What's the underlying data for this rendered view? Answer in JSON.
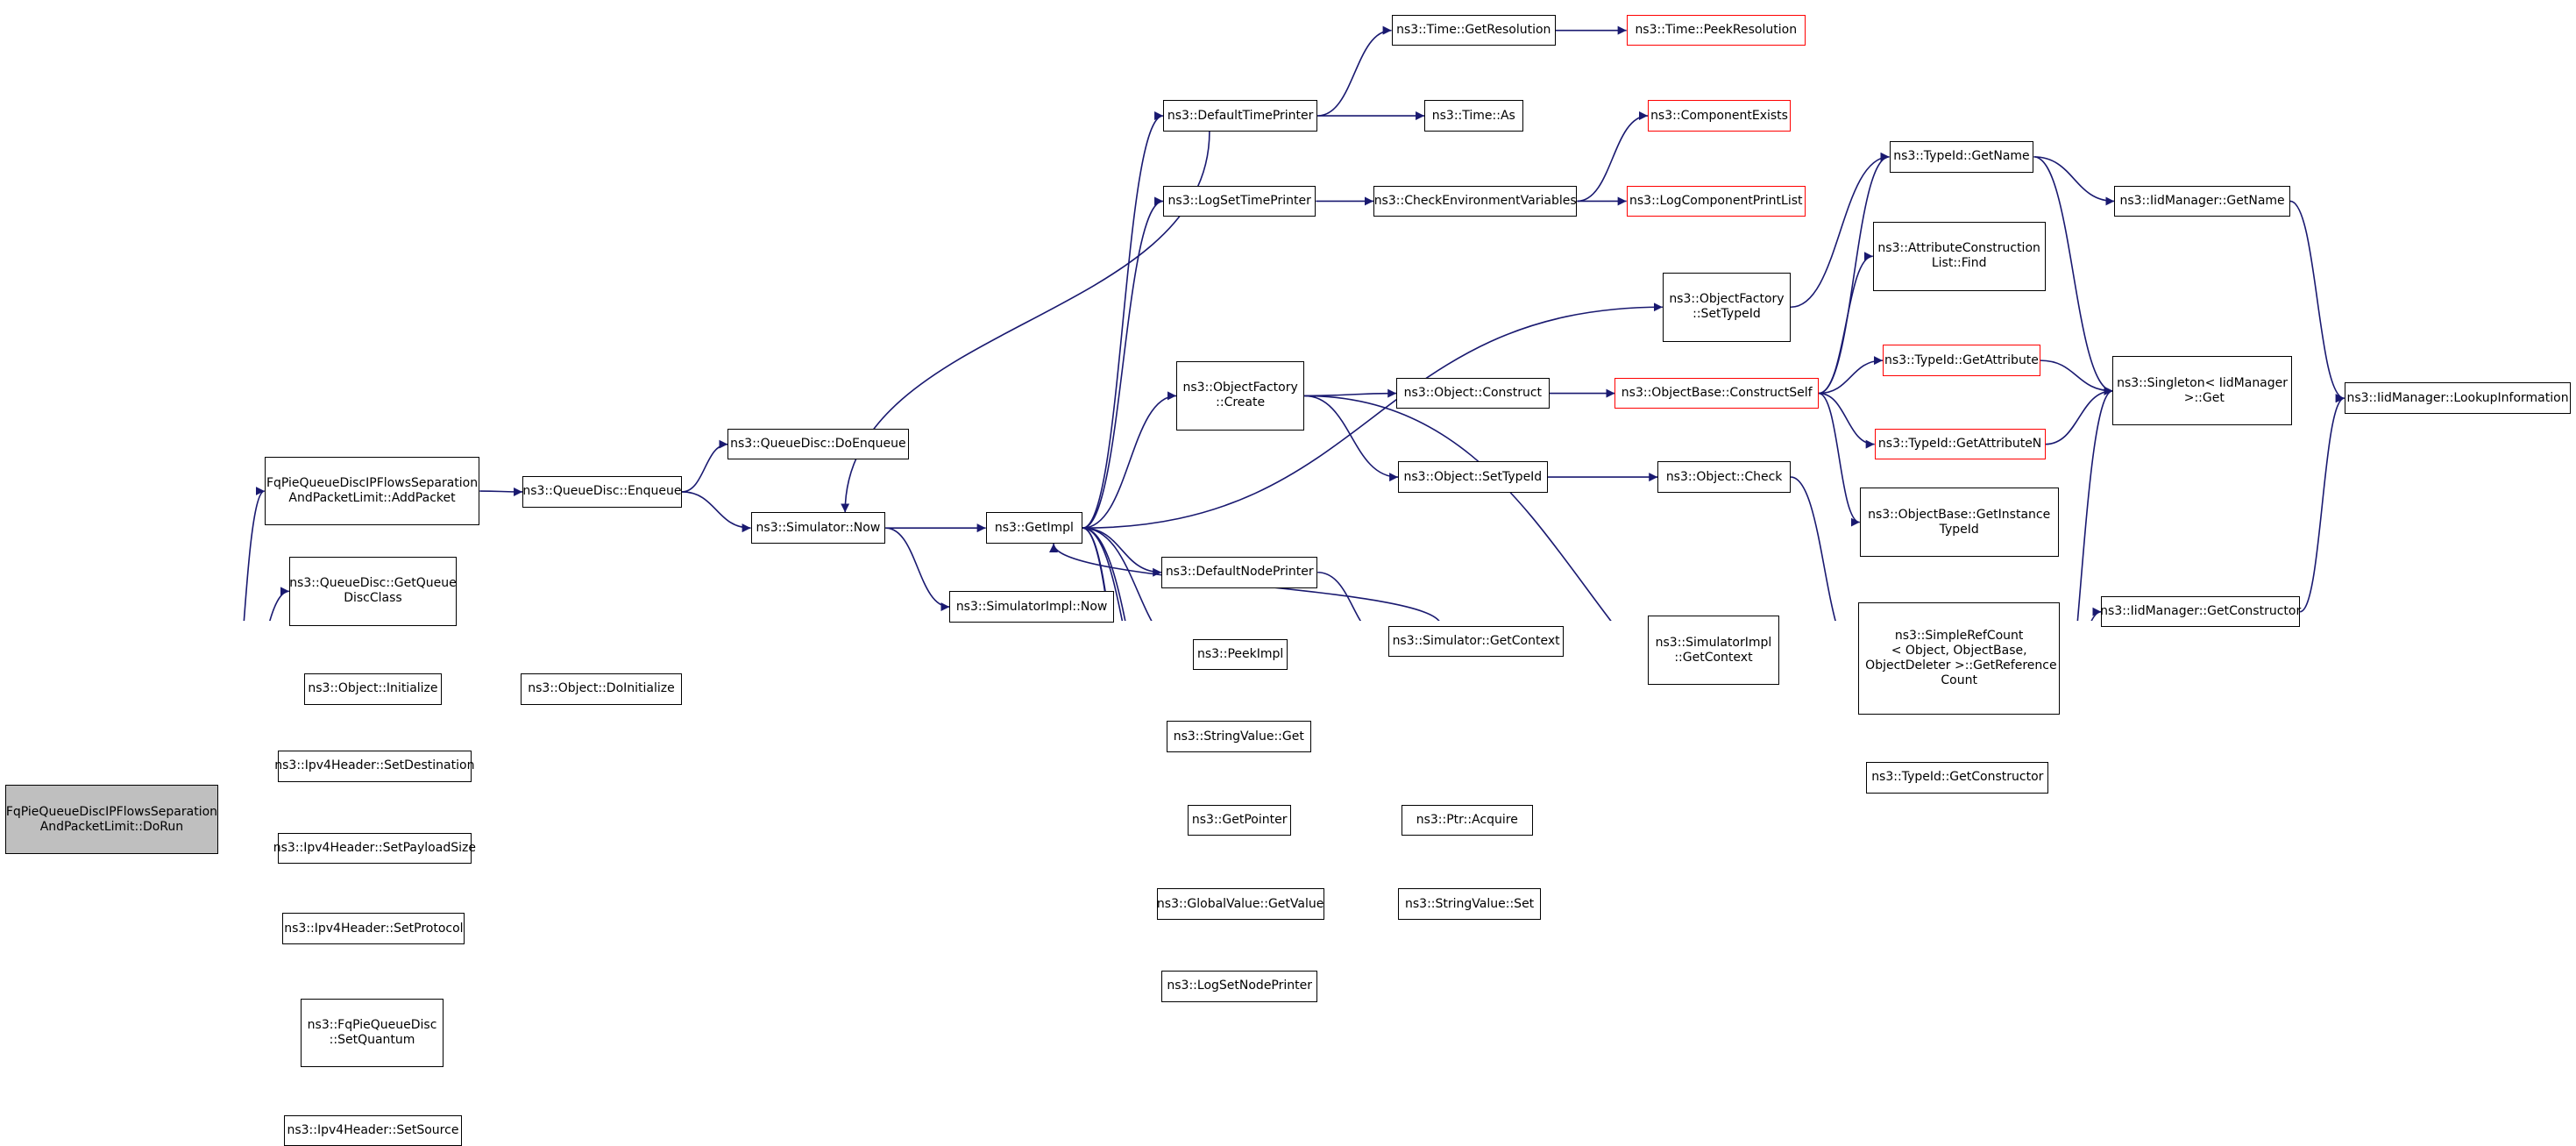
{
  "colors": {
    "edge": "#191970",
    "border": "#000000",
    "missing_border": "#ff0000",
    "root_fill": "#bfbfbf"
  },
  "nodes": [
    {
      "id": "root",
      "label": "FqPieQueueDiscIPFlowsSeparation\nAndPacketLimit::DoRun",
      "root": true
    },
    {
      "id": "addpacket",
      "label": "FqPieQueueDiscIPFlowsSeparation\nAndPacketLimit::AddPacket"
    },
    {
      "id": "getqueuediscclass",
      "label": "ns3::QueueDisc::GetQueue\nDiscClass"
    },
    {
      "id": "obj_initialize",
      "label": "ns3::Object::Initialize"
    },
    {
      "id": "setdestination",
      "label": "ns3::Ipv4Header::SetDestination"
    },
    {
      "id": "setpayloadsize",
      "label": "ns3::Ipv4Header::SetPayloadSize"
    },
    {
      "id": "setprotocol",
      "label": "ns3::Ipv4Header::SetProtocol"
    },
    {
      "id": "setquantum",
      "label": "ns3::FqPieQueueDisc\n::SetQuantum"
    },
    {
      "id": "setsource",
      "label": "ns3::Ipv4Header::SetSource"
    },
    {
      "id": "enqueue",
      "label": "ns3::QueueDisc::Enqueue"
    },
    {
      "id": "doenqueue",
      "label": "ns3::QueueDisc::DoEnqueue"
    },
    {
      "id": "simnow",
      "label": "ns3::Simulator::Now"
    },
    {
      "id": "doinitialize",
      "label": "ns3::Object::DoInitialize"
    },
    {
      "id": "getimpl",
      "label": "ns3::GetImpl"
    },
    {
      "id": "simimplnow",
      "label": "ns3::SimulatorImpl::Now"
    },
    {
      "id": "defaulttimeprinter",
      "label": "ns3::DefaultTimePrinter"
    },
    {
      "id": "logsettimeprinter",
      "label": "ns3::LogSetTimePrinter"
    },
    {
      "id": "objfactorycreate",
      "label": "ns3::ObjectFactory\n::Create"
    },
    {
      "id": "defaultnodeprinter",
      "label": "ns3::DefaultNodePrinter"
    },
    {
      "id": "peekimpl",
      "label": "ns3::PeekImpl"
    },
    {
      "id": "stringvalueget",
      "label": "ns3::StringValue::Get"
    },
    {
      "id": "getpointer",
      "label": "ns3::GetPointer"
    },
    {
      "id": "globalvaluegetvalue",
      "label": "ns3::GlobalValue::GetValue"
    },
    {
      "id": "logsetnodeprinter",
      "label": "ns3::LogSetNodePrinter"
    },
    {
      "id": "timegetresolution",
      "label": "ns3::Time::GetResolution"
    },
    {
      "id": "timeas",
      "label": "ns3::Time::As"
    },
    {
      "id": "checkenvvars",
      "label": "ns3::CheckEnvironmentVariables"
    },
    {
      "id": "objconstruct",
      "label": "ns3::Object::Construct"
    },
    {
      "id": "objsettypeid",
      "label": "ns3::Object::SetTypeId"
    },
    {
      "id": "simgetcontext",
      "label": "ns3::Simulator::GetContext"
    },
    {
      "id": "ptracquire",
      "label": "ns3::Ptr::Acquire"
    },
    {
      "id": "stringvalueset",
      "label": "ns3::StringValue::Set"
    },
    {
      "id": "timepeekresolution",
      "label": "ns3::Time::PeekResolution",
      "missing": true
    },
    {
      "id": "componentexists",
      "label": "ns3::ComponentExists",
      "missing": true
    },
    {
      "id": "logcomponentprintlist",
      "label": "ns3::LogComponentPrintList",
      "missing": true
    },
    {
      "id": "objfactorysettypeid",
      "label": "ns3::ObjectFactory\n::SetTypeId"
    },
    {
      "id": "objbaseconstructself",
      "label": "ns3::ObjectBase::ConstructSelf",
      "missing": true
    },
    {
      "id": "objcheck",
      "label": "ns3::Object::Check"
    },
    {
      "id": "simimplgetcontext",
      "label": "ns3::SimulatorImpl\n::GetContext"
    },
    {
      "id": "typeidgetname",
      "label": "ns3::TypeId::GetName"
    },
    {
      "id": "attrconstructionlistfind",
      "label": "ns3::AttributeConstruction\nList::Find"
    },
    {
      "id": "typeidgetattribute",
      "label": "ns3::TypeId::GetAttribute",
      "missing": true
    },
    {
      "id": "typeidgetattributen",
      "label": "ns3::TypeId::GetAttributeN",
      "missing": true
    },
    {
      "id": "objbasegetinstancetypeid",
      "label": "ns3::ObjectBase::GetInstance\nTypeId"
    },
    {
      "id": "simplerefcount",
      "label": "ns3::SimpleRefCount\n< Object, ObjectBase,\n ObjectDeleter >::GetReference\nCount"
    },
    {
      "id": "typeidgetconstructor",
      "label": "ns3::TypeId::GetConstructor"
    },
    {
      "id": "iidmanagergetname",
      "label": "ns3::IidManager::GetName"
    },
    {
      "id": "singletonget",
      "label": "ns3::Singleton< IidManager\n >::Get"
    },
    {
      "id": "iidmanagergetconstructor",
      "label": "ns3::IidManager::GetConstructor"
    },
    {
      "id": "iidmanagerlookupinformation",
      "label": "ns3::IidManager::LookupInformation"
    }
  ]
}
